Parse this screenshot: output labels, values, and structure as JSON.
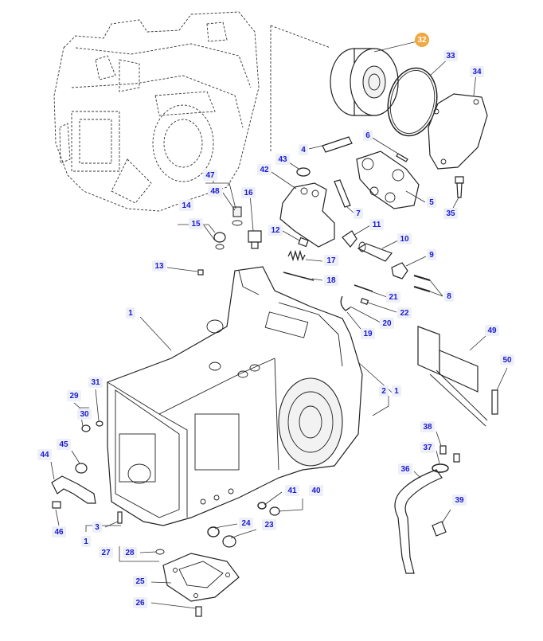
{
  "callouts": [
    {
      "id": "c32",
      "label": "32",
      "highlight": true
    },
    {
      "id": "c33",
      "label": "33"
    },
    {
      "id": "c34",
      "label": "34"
    },
    {
      "id": "c6",
      "label": "6"
    },
    {
      "id": "c4",
      "label": "4"
    },
    {
      "id": "c43",
      "label": "43"
    },
    {
      "id": "c42",
      "label": "42"
    },
    {
      "id": "c5",
      "label": "5"
    },
    {
      "id": "c35",
      "label": "35"
    },
    {
      "id": "c47",
      "label": "47"
    },
    {
      "id": "c48",
      "label": "48"
    },
    {
      "id": "c16",
      "label": "16"
    },
    {
      "id": "c7",
      "label": "7"
    },
    {
      "id": "c14",
      "label": "14"
    },
    {
      "id": "c15",
      "label": "15"
    },
    {
      "id": "c11",
      "label": "11"
    },
    {
      "id": "c12",
      "label": "12"
    },
    {
      "id": "c10",
      "label": "10"
    },
    {
      "id": "c17",
      "label": "17"
    },
    {
      "id": "c9",
      "label": "9"
    },
    {
      "id": "c13",
      "label": "13"
    },
    {
      "id": "c18",
      "label": "18"
    },
    {
      "id": "c8",
      "label": "8"
    },
    {
      "id": "c21",
      "label": "21"
    },
    {
      "id": "c22",
      "label": "22"
    },
    {
      "id": "c1a",
      "label": "1"
    },
    {
      "id": "c20",
      "label": "20"
    },
    {
      "id": "c19",
      "label": "19"
    },
    {
      "id": "c49",
      "label": "49"
    },
    {
      "id": "c50",
      "label": "50"
    },
    {
      "id": "c31",
      "label": "31"
    },
    {
      "id": "c29",
      "label": "29"
    },
    {
      "id": "c30",
      "label": "30"
    },
    {
      "id": "c2",
      "label": "2"
    },
    {
      "id": "c1b",
      "label": "1"
    },
    {
      "id": "c45",
      "label": "45"
    },
    {
      "id": "c44",
      "label": "44"
    },
    {
      "id": "c38",
      "label": "38"
    },
    {
      "id": "c37",
      "label": "37"
    },
    {
      "id": "c36",
      "label": "36"
    },
    {
      "id": "c41",
      "label": "41"
    },
    {
      "id": "c40",
      "label": "40"
    },
    {
      "id": "c39",
      "label": "39"
    },
    {
      "id": "c46",
      "label": "46"
    },
    {
      "id": "c3",
      "label": "3"
    },
    {
      "id": "c24",
      "label": "24"
    },
    {
      "id": "c23",
      "label": "23"
    },
    {
      "id": "c1c",
      "label": "1"
    },
    {
      "id": "c27",
      "label": "27"
    },
    {
      "id": "c28",
      "label": "28"
    },
    {
      "id": "c25",
      "label": "25"
    },
    {
      "id": "c26",
      "label": "26"
    }
  ],
  "colors": {
    "callout_text": "#1a1ad0",
    "callout_bg": "#eef0f7",
    "highlight": "#f0a841"
  }
}
